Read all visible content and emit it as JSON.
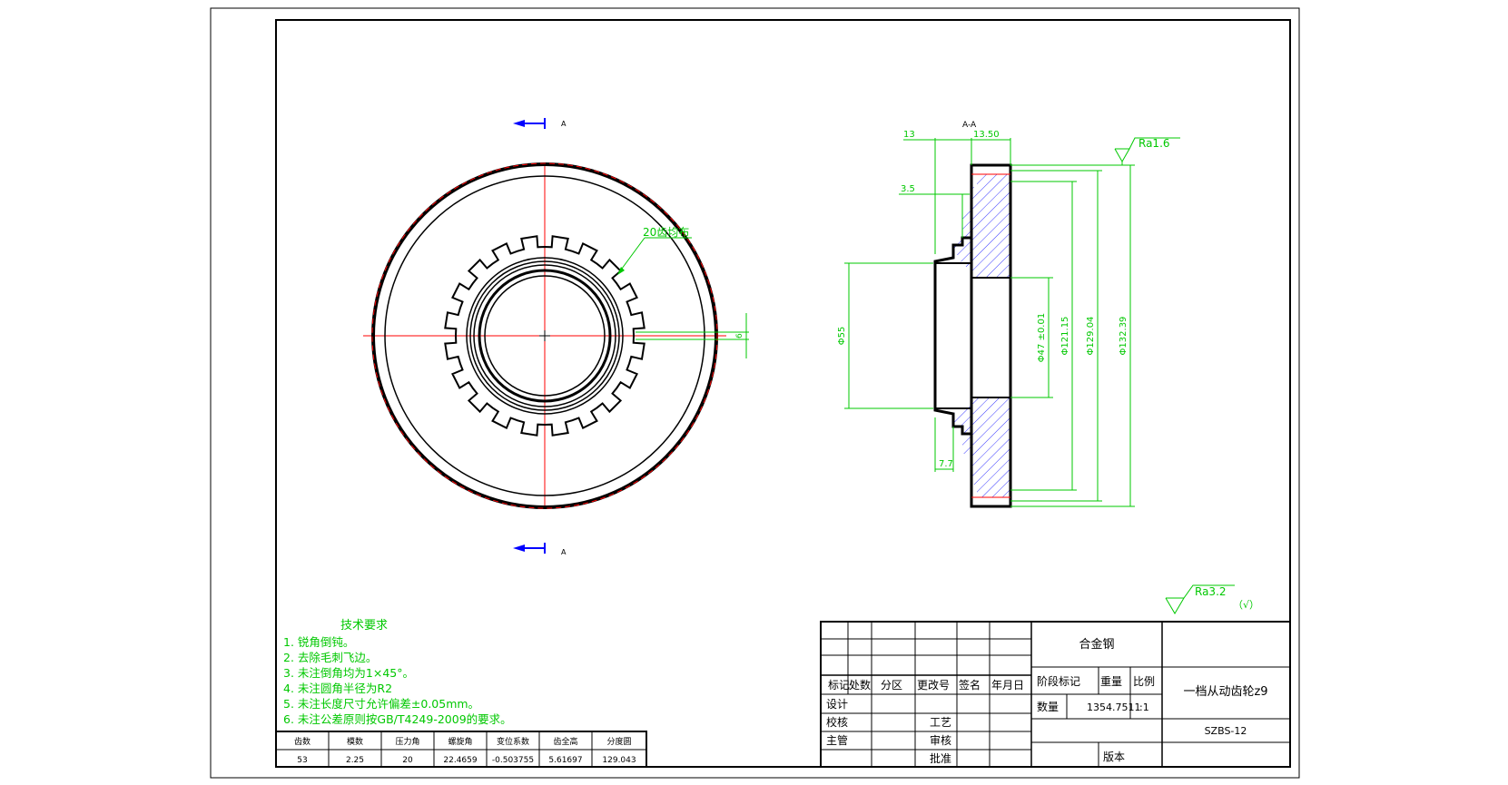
{
  "colors": {
    "outline": "#000000",
    "center": "#ff0000",
    "dimension": "#00c800",
    "section_arrow": "#0000ff",
    "hatch": "#3a3aff"
  },
  "front_view": {
    "section_label_top": "A",
    "section_label_bottom": "A",
    "spline_note": "20齿均布",
    "dim_key": "6"
  },
  "section_view": {
    "title": "A-A",
    "dims": {
      "d13": "13",
      "d13_50": "13.50",
      "d3_5": "3.5",
      "d7_7": "7.7",
      "dia55": "Φ55",
      "dia47": "Φ47 ±0.01",
      "dia121": "Φ121.15",
      "dia129": "Φ129.04",
      "dia132": "Φ132.39"
    },
    "roughness_top": "Ra1.6"
  },
  "roughness_general": {
    "value": "Ra3.2",
    "note": "（√）"
  },
  "tech_req": {
    "title": "技术要求",
    "items": [
      "1.  锐角倒钝。",
      "2.  去除毛刺飞边。",
      "3.  未注倒角均为1×45°。",
      "4.  未注圆角半径为R2",
      "5.  未注长度尺寸允许偏差±0.05mm。",
      "6.  未注公差原则按GB/T4249-2009的要求。"
    ]
  },
  "gear_table": {
    "headers": [
      "齿数",
      "模数",
      "压力角",
      "螺旋角",
      "变位系数",
      "齿全高",
      "分度圆"
    ],
    "values": [
      "53",
      "2.25",
      "20",
      "22.4659",
      "-0.503755",
      "5.61697",
      "129.043"
    ]
  },
  "title_block": {
    "material": "合金钢",
    "part_name": "一档从动齿轮z9",
    "drawing_no": "SZBS-12",
    "rev_headers": [
      "标记",
      "处数",
      "分区",
      "更改号",
      "签名",
      "年月日"
    ],
    "roles": [
      "设计",
      "校核",
      "主管"
    ],
    "roles2": [
      "工艺",
      "审核",
      "批准"
    ],
    "stage_label": "阶段标记",
    "weight_label": "重量",
    "scale_label": "比例",
    "qty_label": "数量",
    "weight_value": "1354.7511",
    "scale_value": ":1",
    "version_label": "版本"
  }
}
